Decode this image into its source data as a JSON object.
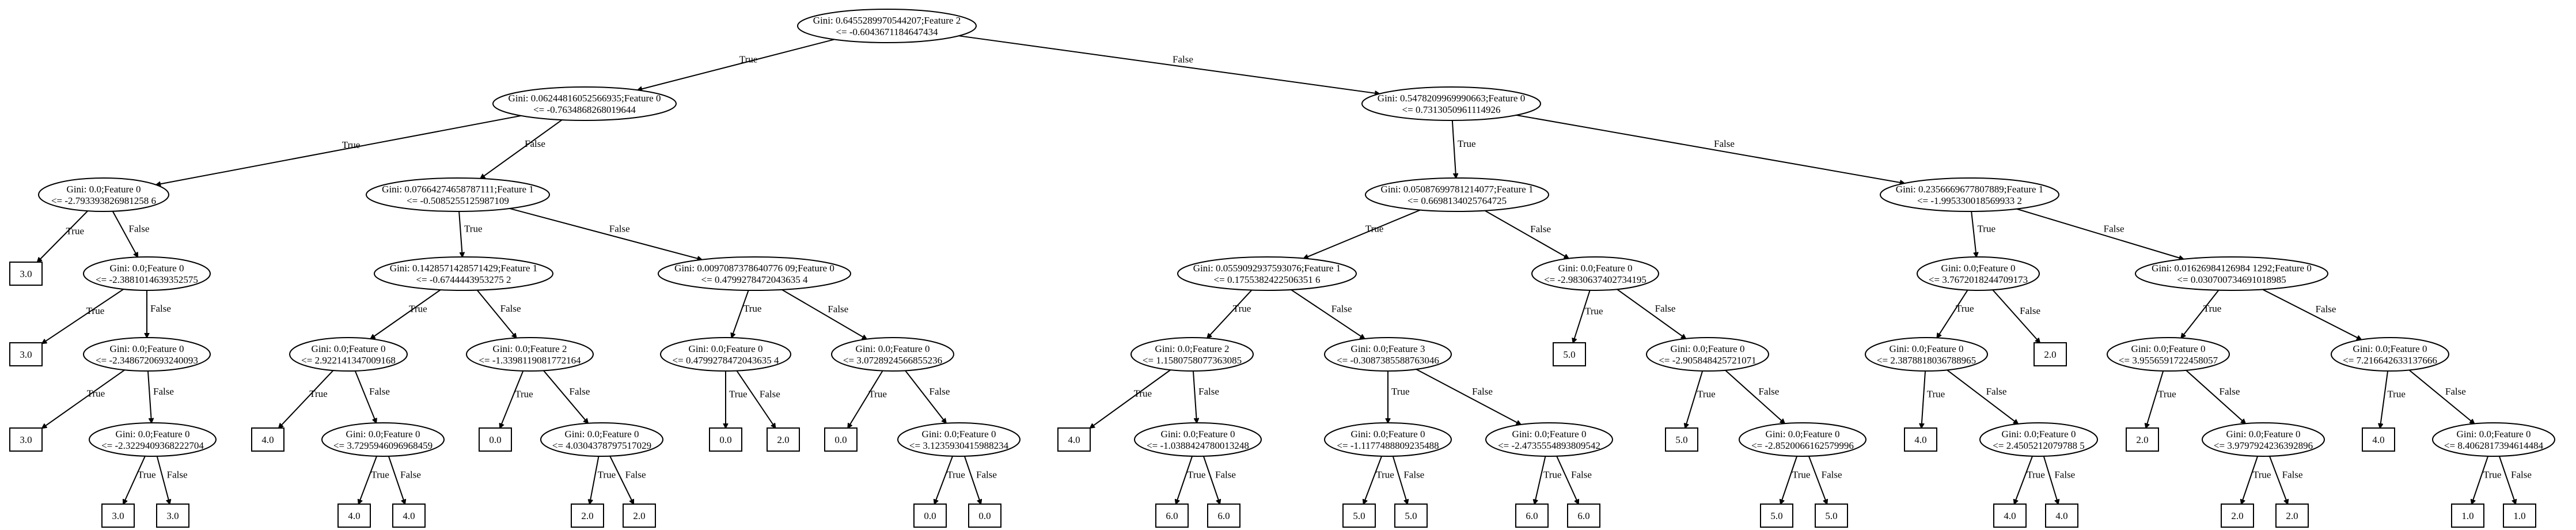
{
  "tree": {
    "nodes": [
      {
        "id": "n0",
        "lines": [
          "Gini: 0.6455289970544207;Feature 2",
          "<= -0.6043671184647434"
        ]
      },
      {
        "id": "n1",
        "lines": [
          "Gini: 0.06244816052566935;Feature 0",
          "<= -0.7634868268019644"
        ]
      },
      {
        "id": "n2",
        "lines": [
          "Gini: 0.5478209969990663;Feature 0",
          "<= 0.7313050961114926"
        ]
      },
      {
        "id": "n3",
        "lines": [
          "Gini: 0.0;Feature 0",
          "<= -2.793393826981258 6"
        ]
      },
      {
        "id": "n4",
        "lines": [
          "Gini: 0.07664274658787111;Feature 1",
          "<= -0.5085255125987109"
        ]
      },
      {
        "id": "n5",
        "lines": [
          "Gini: 0.05087699781214077;Feature 1",
          "<= 0.6698134025764725"
        ]
      },
      {
        "id": "n6",
        "lines": [
          "Gini: 0.2356669677807889;Feature 1",
          "<= -1.995330018569933 2"
        ]
      },
      {
        "id": "n7",
        "lines": [
          "3.0"
        ]
      },
      {
        "id": "n8",
        "lines": [
          "Gini: 0.0;Feature 0",
          "<= -2.3881014639352575"
        ]
      },
      {
        "id": "n9",
        "lines": [
          "Gini: 0.1428571428571429;Feature 1",
          "<= -0.6744443953275 2"
        ]
      },
      {
        "id": "n10",
        "lines": [
          "Gini: 0.0097087378640776 09;Feature 0",
          "<= 0.4799278472043635 4"
        ]
      },
      {
        "id": "n11",
        "lines": [
          "Gini: 0.0559092937593076;Feature 1",
          "<= 0.1755382422506351 6"
        ]
      },
      {
        "id": "n12",
        "lines": [
          "Gini: 0.0;Feature 0",
          "<= -2.9830637402734195"
        ]
      },
      {
        "id": "n13",
        "lines": [
          "Gini: 0.0;Feature 0",
          "<= 3.7672018244709173"
        ]
      },
      {
        "id": "n14",
        "lines": [
          "Gini: 0.01626984126984 1292;Feature 0",
          "<= 0.030700734691018985"
        ]
      },
      {
        "id": "n15",
        "lines": [
          "3.0"
        ]
      },
      {
        "id": "n16",
        "lines": [
          "Gini: 0.0;Feature 0",
          "<= -2.3486720693240093"
        ]
      },
      {
        "id": "n17",
        "lines": [
          "Gini: 0.0;Feature 0",
          "<= 2.922141347009168"
        ]
      },
      {
        "id": "n18",
        "lines": [
          "Gini: 0.0;Feature 2",
          "<= -1.3398119081772164"
        ]
      },
      {
        "id": "n19",
        "lines": [
          "Gini: 0.0;Feature 0",
          "<= 0.4799278472043635 4"
        ]
      },
      {
        "id": "n20",
        "lines": [
          "Gini: 0.0;Feature 0",
          "<= 3.0728924566855236"
        ]
      },
      {
        "id": "n21",
        "lines": [
          "Gini: 0.0;Feature 2",
          "<= 1.1580758077363085"
        ]
      },
      {
        "id": "n22",
        "lines": [
          "Gini: 0.0;Feature 3",
          "<= -0.3087385588763046"
        ]
      },
      {
        "id": "n23",
        "lines": [
          "5.0"
        ]
      },
      {
        "id": "n24",
        "lines": [
          "Gini: 0.0;Feature 0",
          "<= -2.905848425721071"
        ]
      },
      {
        "id": "n25",
        "lines": [
          "Gini: 0.0;Feature 0",
          "<= 2.3878818036788965"
        ]
      },
      {
        "id": "n26",
        "lines": [
          "2.0"
        ]
      },
      {
        "id": "n27",
        "lines": [
          "Gini: 0.0;Feature 0",
          "<= 3.9556591722458057"
        ]
      },
      {
        "id": "n28",
        "lines": [
          "Gini: 0.0;Feature 0",
          "<= 7.216642633137666"
        ]
      },
      {
        "id": "n29",
        "lines": [
          "3.0"
        ]
      },
      {
        "id": "n30",
        "lines": [
          "Gini: 0.0;Feature 0",
          "<= -2.3229409368222704"
        ]
      },
      {
        "id": "n31",
        "lines": [
          "4.0"
        ]
      },
      {
        "id": "n32",
        "lines": [
          "Gini: 0.0;Feature 0",
          "<= 3.7295946096968459"
        ]
      },
      {
        "id": "n33",
        "lines": [
          "0.0"
        ]
      },
      {
        "id": "n34",
        "lines": [
          "Gini: 0.0;Feature 0",
          "<= 4.0304378797517029"
        ]
      },
      {
        "id": "n35",
        "lines": [
          "0.0"
        ]
      },
      {
        "id": "n36",
        "lines": [
          "2.0"
        ]
      },
      {
        "id": "n37",
        "lines": [
          "0.0"
        ]
      },
      {
        "id": "n38",
        "lines": [
          "Gini: 0.0;Feature 0",
          "<= 3.1235930415988234"
        ]
      },
      {
        "id": "n39",
        "lines": [
          "4.0"
        ]
      },
      {
        "id": "n40",
        "lines": [
          "Gini: 0.0;Feature 0",
          "<= -1.0388424780013248"
        ]
      },
      {
        "id": "n41",
        "lines": [
          "Gini: 0.0;Feature 0",
          "<= -1.1177488809235488"
        ]
      },
      {
        "id": "n42",
        "lines": [
          "Gini: 0.0;Feature 0",
          "<= -2.4735554893809542"
        ]
      },
      {
        "id": "n43",
        "lines": [
          "5.0"
        ]
      },
      {
        "id": "n44",
        "lines": [
          "Gini: 0.0;Feature 0",
          "<= -2.8520066162579996"
        ]
      },
      {
        "id": "n45",
        "lines": [
          "4.0"
        ]
      },
      {
        "id": "n46",
        "lines": [
          "Gini: 0.0;Feature 0",
          "<= 2.4505212079788 5"
        ]
      },
      {
        "id": "n47",
        "lines": [
          "2.0"
        ]
      },
      {
        "id": "n48",
        "lines": [
          "Gini: 0.0;Feature 0",
          "<= 3.9797924236392896"
        ]
      },
      {
        "id": "n49",
        "lines": [
          "4.0"
        ]
      },
      {
        "id": "n50",
        "lines": [
          "Gini: 0.0;Feature 0",
          "<= 8.4062817394614484"
        ]
      },
      {
        "id": "n51",
        "lines": [
          "3.0"
        ]
      },
      {
        "id": "n52",
        "lines": [
          "3.0"
        ]
      },
      {
        "id": "n53",
        "lines": [
          "4.0"
        ]
      },
      {
        "id": "n54",
        "lines": [
          "4.0"
        ]
      },
      {
        "id": "n55",
        "lines": [
          "2.0"
        ]
      },
      {
        "id": "n56",
        "lines": [
          "2.0"
        ]
      },
      {
        "id": "n57",
        "lines": [
          "0.0"
        ]
      },
      {
        "id": "n58",
        "lines": [
          "0.0"
        ]
      },
      {
        "id": "n59",
        "lines": [
          "6.0"
        ]
      },
      {
        "id": "n60",
        "lines": [
          "6.0"
        ]
      },
      {
        "id": "n61",
        "lines": [
          "5.0"
        ]
      },
      {
        "id": "n62",
        "lines": [
          "5.0"
        ]
      },
      {
        "id": "n63",
        "lines": [
          "6.0"
        ]
      },
      {
        "id": "n64",
        "lines": [
          "6.0"
        ]
      },
      {
        "id": "n65",
        "lines": [
          "5.0"
        ]
      },
      {
        "id": "n66",
        "lines": [
          "5.0"
        ]
      },
      {
        "id": "n67",
        "lines": [
          "4.0"
        ]
      },
      {
        "id": "n68",
        "lines": [
          "4.0"
        ]
      },
      {
        "id": "n69",
        "lines": [
          "2.0"
        ]
      },
      {
        "id": "n70",
        "lines": [
          "2.0"
        ]
      },
      {
        "id": "n71",
        "lines": [
          "1.0"
        ]
      },
      {
        "id": "n72",
        "lines": [
          "1.0"
        ]
      }
    ],
    "edges": [
      {
        "from": "n0",
        "to": "n1",
        "label": "True"
      },
      {
        "from": "n0",
        "to": "n2",
        "label": "False"
      },
      {
        "from": "n1",
        "to": "n3",
        "label": "True"
      },
      {
        "from": "n1",
        "to": "n4",
        "label": "False"
      },
      {
        "from": "n2",
        "to": "n5",
        "label": "True"
      },
      {
        "from": "n2",
        "to": "n6",
        "label": "False"
      },
      {
        "from": "n3",
        "to": "n7",
        "label": "True"
      },
      {
        "from": "n3",
        "to": "n8",
        "label": "False"
      },
      {
        "from": "n4",
        "to": "n9",
        "label": "True"
      },
      {
        "from": "n4",
        "to": "n10",
        "label": "False"
      },
      {
        "from": "n5",
        "to": "n11",
        "label": "True"
      },
      {
        "from": "n5",
        "to": "n12",
        "label": "False"
      },
      {
        "from": "n6",
        "to": "n13",
        "label": "True"
      },
      {
        "from": "n6",
        "to": "n14",
        "label": "False"
      },
      {
        "from": "n8",
        "to": "n15",
        "label": "True"
      },
      {
        "from": "n8",
        "to": "n16",
        "label": "False"
      },
      {
        "from": "n9",
        "to": "n17",
        "label": "True"
      },
      {
        "from": "n9",
        "to": "n18",
        "label": "False"
      },
      {
        "from": "n10",
        "to": "n19",
        "label": "True"
      },
      {
        "from": "n10",
        "to": "n20",
        "label": "False"
      },
      {
        "from": "n11",
        "to": "n21",
        "label": "True"
      },
      {
        "from": "n11",
        "to": "n22",
        "label": "False"
      },
      {
        "from": "n12",
        "to": "n23",
        "label": "True"
      },
      {
        "from": "n12",
        "to": "n24",
        "label": "False"
      },
      {
        "from": "n13",
        "to": "n25",
        "label": "True"
      },
      {
        "from": "n13",
        "to": "n26",
        "label": "False"
      },
      {
        "from": "n14",
        "to": "n27",
        "label": "True"
      },
      {
        "from": "n14",
        "to": "n28",
        "label": "False"
      },
      {
        "from": "n16",
        "to": "n29",
        "label": "True"
      },
      {
        "from": "n16",
        "to": "n30",
        "label": "False"
      },
      {
        "from": "n17",
        "to": "n31",
        "label": "True"
      },
      {
        "from": "n17",
        "to": "n32",
        "label": "False"
      },
      {
        "from": "n18",
        "to": "n33",
        "label": "True"
      },
      {
        "from": "n18",
        "to": "n34",
        "label": "False"
      },
      {
        "from": "n19",
        "to": "n35",
        "label": "True"
      },
      {
        "from": "n19",
        "to": "n36",
        "label": "False"
      },
      {
        "from": "n20",
        "to": "n37",
        "label": "True"
      },
      {
        "from": "n20",
        "to": "n38",
        "label": "False"
      },
      {
        "from": "n21",
        "to": "n39",
        "label": "True"
      },
      {
        "from": "n21",
        "to": "n40",
        "label": "False"
      },
      {
        "from": "n22",
        "to": "n41",
        "label": "True"
      },
      {
        "from": "n22",
        "to": "n42",
        "label": "False"
      },
      {
        "from": "n24",
        "to": "n43",
        "label": "True"
      },
      {
        "from": "n24",
        "to": "n44",
        "label": "False"
      },
      {
        "from": "n25",
        "to": "n45",
        "label": "True"
      },
      {
        "from": "n25",
        "to": "n46",
        "label": "False"
      },
      {
        "from": "n27",
        "to": "n47",
        "label": "True"
      },
      {
        "from": "n27",
        "to": "n48",
        "label": "False"
      },
      {
        "from": "n28",
        "to": "n49",
        "label": "True"
      },
      {
        "from": "n28",
        "to": "n50",
        "label": "False"
      },
      {
        "from": "n30",
        "to": "n51",
        "label": "True"
      },
      {
        "from": "n30",
        "to": "n52",
        "label": "False"
      },
      {
        "from": "n32",
        "to": "n53",
        "label": "True"
      },
      {
        "from": "n32",
        "to": "n54",
        "label": "False"
      },
      {
        "from": "n34",
        "to": "n55",
        "label": "True"
      },
      {
        "from": "n34",
        "to": "n56",
        "label": "False"
      },
      {
        "from": "n38",
        "to": "n57",
        "label": "True"
      },
      {
        "from": "n38",
        "to": "n58",
        "label": "False"
      },
      {
        "from": "n40",
        "to": "n59",
        "label": "True"
      },
      {
        "from": "n40",
        "to": "n60",
        "label": "False"
      },
      {
        "from": "n41",
        "to": "n61",
        "label": "True"
      },
      {
        "from": "n41",
        "to": "n62",
        "label": "False"
      },
      {
        "from": "n42",
        "to": "n63",
        "label": "True"
      },
      {
        "from": "n42",
        "to": "n64",
        "label": "False"
      },
      {
        "from": "n44",
        "to": "n65",
        "label": "True"
      },
      {
        "from": "n44",
        "to": "n66",
        "label": "False"
      },
      {
        "from": "n46",
        "to": "n67",
        "label": "True"
      },
      {
        "from": "n46",
        "to": "n68",
        "label": "False"
      },
      {
        "from": "n48",
        "to": "n69",
        "label": "True"
      },
      {
        "from": "n48",
        "to": "n70",
        "label": "False"
      },
      {
        "from": "n50",
        "to": "n71",
        "label": "True"
      },
      {
        "from": "n50",
        "to": "n72",
        "label": "False"
      }
    ]
  }
}
